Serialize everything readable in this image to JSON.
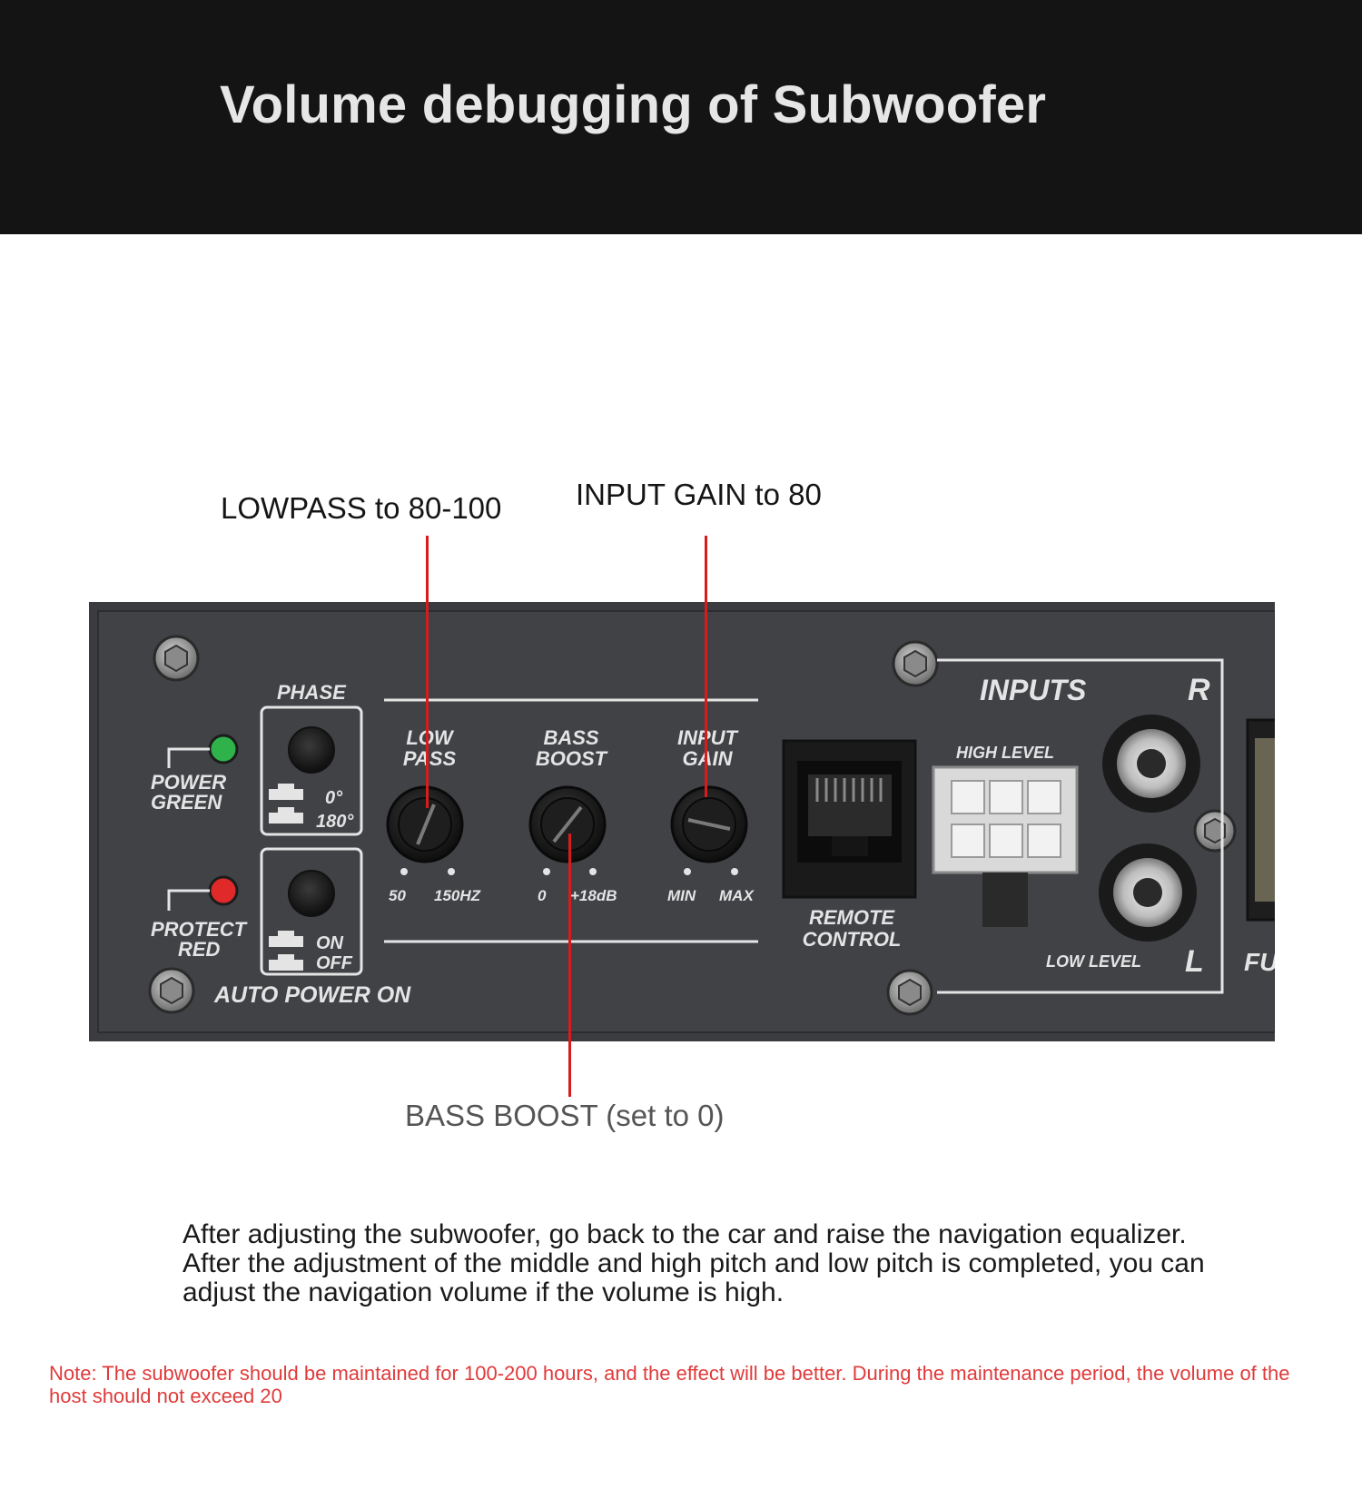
{
  "header": {
    "title": "Volume debugging of Subwoofer"
  },
  "callouts": {
    "lowpass": "LOWPASS to 80-100",
    "input_gain": "INPUT GAIN to 80",
    "bass_boost": "BASS BOOST (set to 0)"
  },
  "panel": {
    "phase_label": "PHASE",
    "power_label": [
      "POWER",
      "GREEN"
    ],
    "protect_label": [
      "PROTECT",
      "RED"
    ],
    "phase_0": "0°",
    "phase_180": "180°",
    "on_label": "ON",
    "off_label": "OFF",
    "auto_power_on": "AUTO POWER ON",
    "knobs": {
      "lowpass": {
        "name": [
          "LOW",
          "PASS"
        ],
        "min": "50",
        "max": "150HZ"
      },
      "bass_boost": {
        "name": [
          "BASS",
          "BOOST"
        ],
        "min": "0",
        "max": "+18dB"
      },
      "input_gain": {
        "name": [
          "INPUT",
          "GAIN"
        ],
        "min": "MIN",
        "max": "MAX"
      }
    },
    "remote_control": [
      "REMOTE",
      "CONTROL"
    ],
    "inputs": "INPUTS",
    "high_level": "HIGH LEVEL",
    "low_level": "LOW LEVEL",
    "channel_r": "R",
    "channel_l": "L",
    "fuse_partial": "FU"
  },
  "body_text": "After adjusting the subwoofer, go back to the car and raise the navigation equalizer. After the adjustment of the middle and high pitch and low pitch is completed, you can adjust the navigation volume if the volume is high.",
  "note": "Note: The subwoofer should be maintained for 100-200 hours, and the effect will be better. During the maintenance period, the volume of the host should not exceed 20",
  "colors": {
    "banner": "#141414",
    "callout_line": "#d81c1c",
    "note_text": "#e03a3a",
    "panel": "#3a3c3f",
    "led_green": "#2fb24a",
    "led_red": "#e02a2a"
  }
}
